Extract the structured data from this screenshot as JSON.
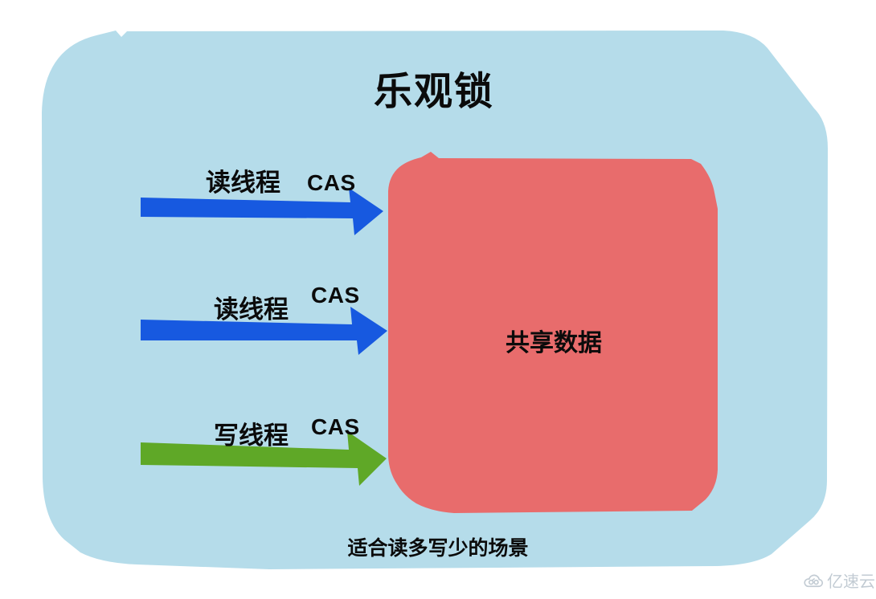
{
  "title": "乐观锁",
  "colors": {
    "panel": "#b5dcea",
    "box": "#e86c6c",
    "watermark": "#c2cbd3"
  },
  "arrows": [
    {
      "label": "读线程",
      "cas": "CAS",
      "color": "#1759e0"
    },
    {
      "label": "读线程",
      "cas": "CAS",
      "color": "#1759e0"
    },
    {
      "label": "写线程",
      "cas": "CAS",
      "color": "#5fa827"
    }
  ],
  "shared_box": {
    "label": "共享数据"
  },
  "caption": "适合读多写少的场景",
  "watermark": {
    "text": "亿速云"
  }
}
